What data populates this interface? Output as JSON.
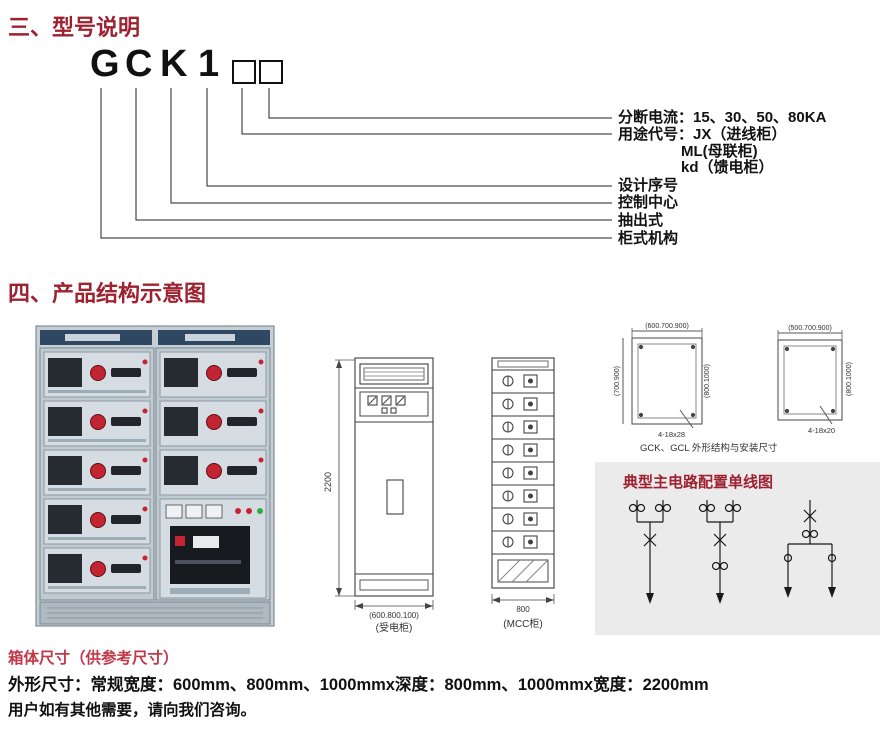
{
  "section3": {
    "title": "三、型号说明",
    "model": {
      "letters": [
        "G",
        "C",
        "K",
        "1"
      ]
    },
    "labels": [
      "分断电流：15、30、50、80KA",
      "用途代号：JX（进线柜）",
      "ML(母联柜)",
      "kd（馈电柜）",
      "设计序号",
      "控制中心",
      "抽出式",
      "柜式机构"
    ]
  },
  "section4": {
    "title": "四、产品结构示意图",
    "receiving_cabinet": {
      "height_dim": "2200",
      "width_dim": "(600.800.100)",
      "caption": "(受电柜)"
    },
    "mcc_cabinet": {
      "width_dim": "800",
      "caption": "(MCC柜)"
    },
    "outline_drawing": {
      "left_top_dim": "(600.700.900)",
      "left_side_dim": "(700.900)",
      "left_right_dim": "(800.1000)",
      "left_note": "4-18x28",
      "right_top_dim": "(500.700.900)",
      "right_side_dim": "(800.1000)",
      "right_note": "4-18x20",
      "caption": "GCK、GCL 外形结构与安装尺寸"
    },
    "circuit_panel": {
      "title": "典型主电路配置单线图"
    }
  },
  "footer": {
    "line1": "箱体尺寸（供参考尺寸）",
    "line2": "外形尺寸：常规宽度：600mm、800mm、1000mmx深度：800mm、1000mmx宽度：2200mm",
    "line3": "用户如有其他需要，请向我们咨询。"
  }
}
